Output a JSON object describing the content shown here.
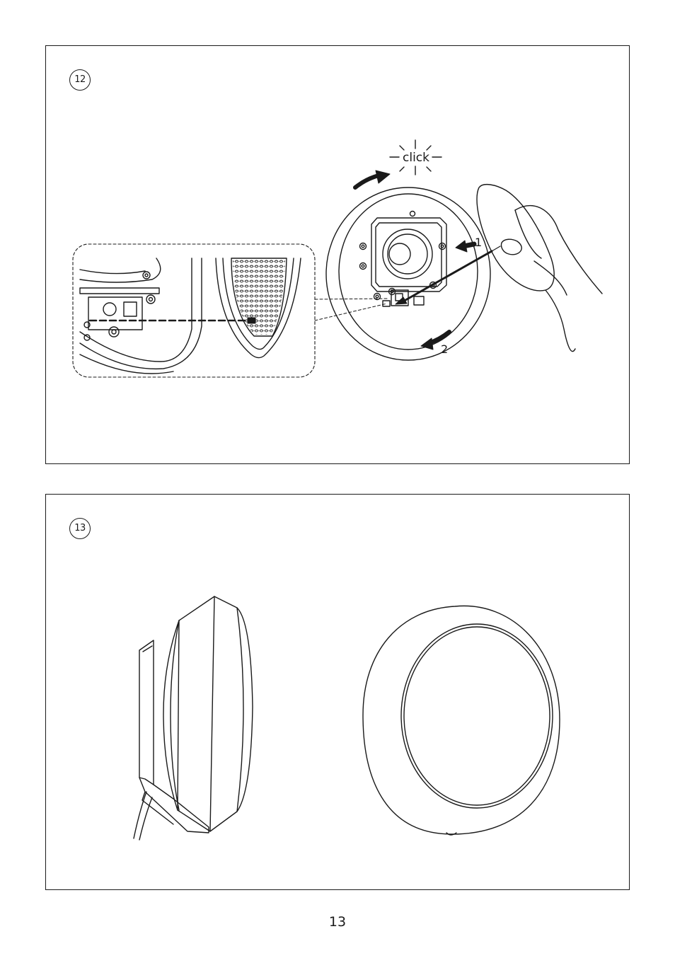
{
  "steps": [
    {
      "number": "12",
      "labels": {
        "click": "click",
        "arrow_1": "1",
        "arrow_2": "2"
      }
    },
    {
      "number": "13"
    }
  ],
  "page_number": "13"
}
